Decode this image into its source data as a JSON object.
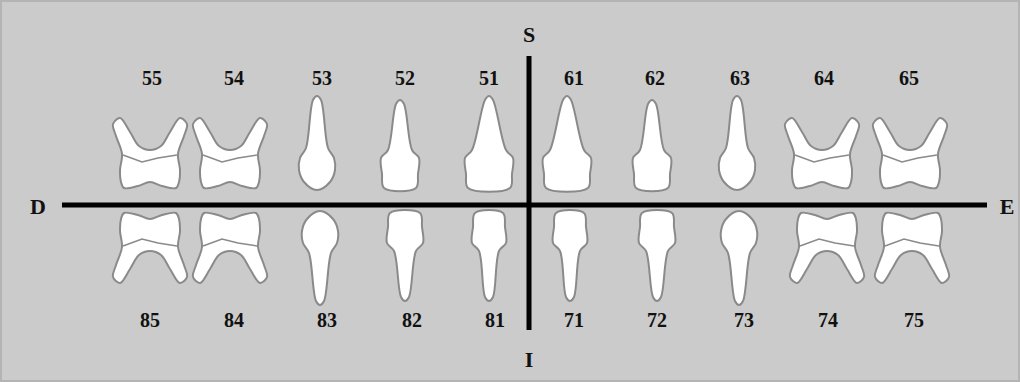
{
  "diagram": {
    "labels": [
      "S",
      "55",
      "54",
      "53",
      "52",
      "51",
      "61",
      "62",
      "63",
      "64",
      "65",
      "D",
      "E",
      "85",
      "84",
      "83",
      "82",
      "81",
      "71",
      "72",
      "73",
      "74",
      "75",
      "I"
    ]
  }
}
